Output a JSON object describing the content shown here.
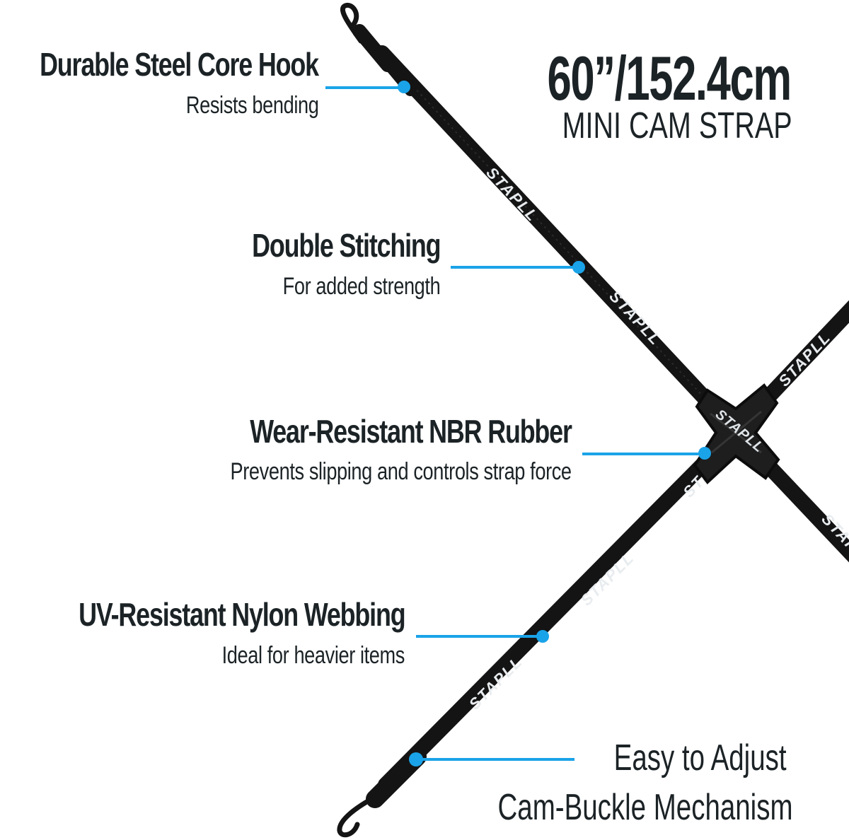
{
  "accent_color": "#1aa3e8",
  "strap_color": "#141414",
  "brand": "STAPLL",
  "hero": {
    "size": "60”/152.4cm",
    "name": "MINI CAM STRAP"
  },
  "features": [
    {
      "title": "Durable Steel Core Hook",
      "subtitle": "Resists bending"
    },
    {
      "title": "Double Stitching",
      "subtitle": "For added strength"
    },
    {
      "title": "Wear-Resistant NBR Rubber",
      "subtitle": "Prevents slipping and controls strap force"
    },
    {
      "title": "UV-Resistant Nylon Webbing",
      "subtitle": "Ideal for heavier items"
    }
  ],
  "adjust": {
    "title": "Easy to Adjust",
    "subtitle": "Cam-Buckle Mechanism"
  }
}
